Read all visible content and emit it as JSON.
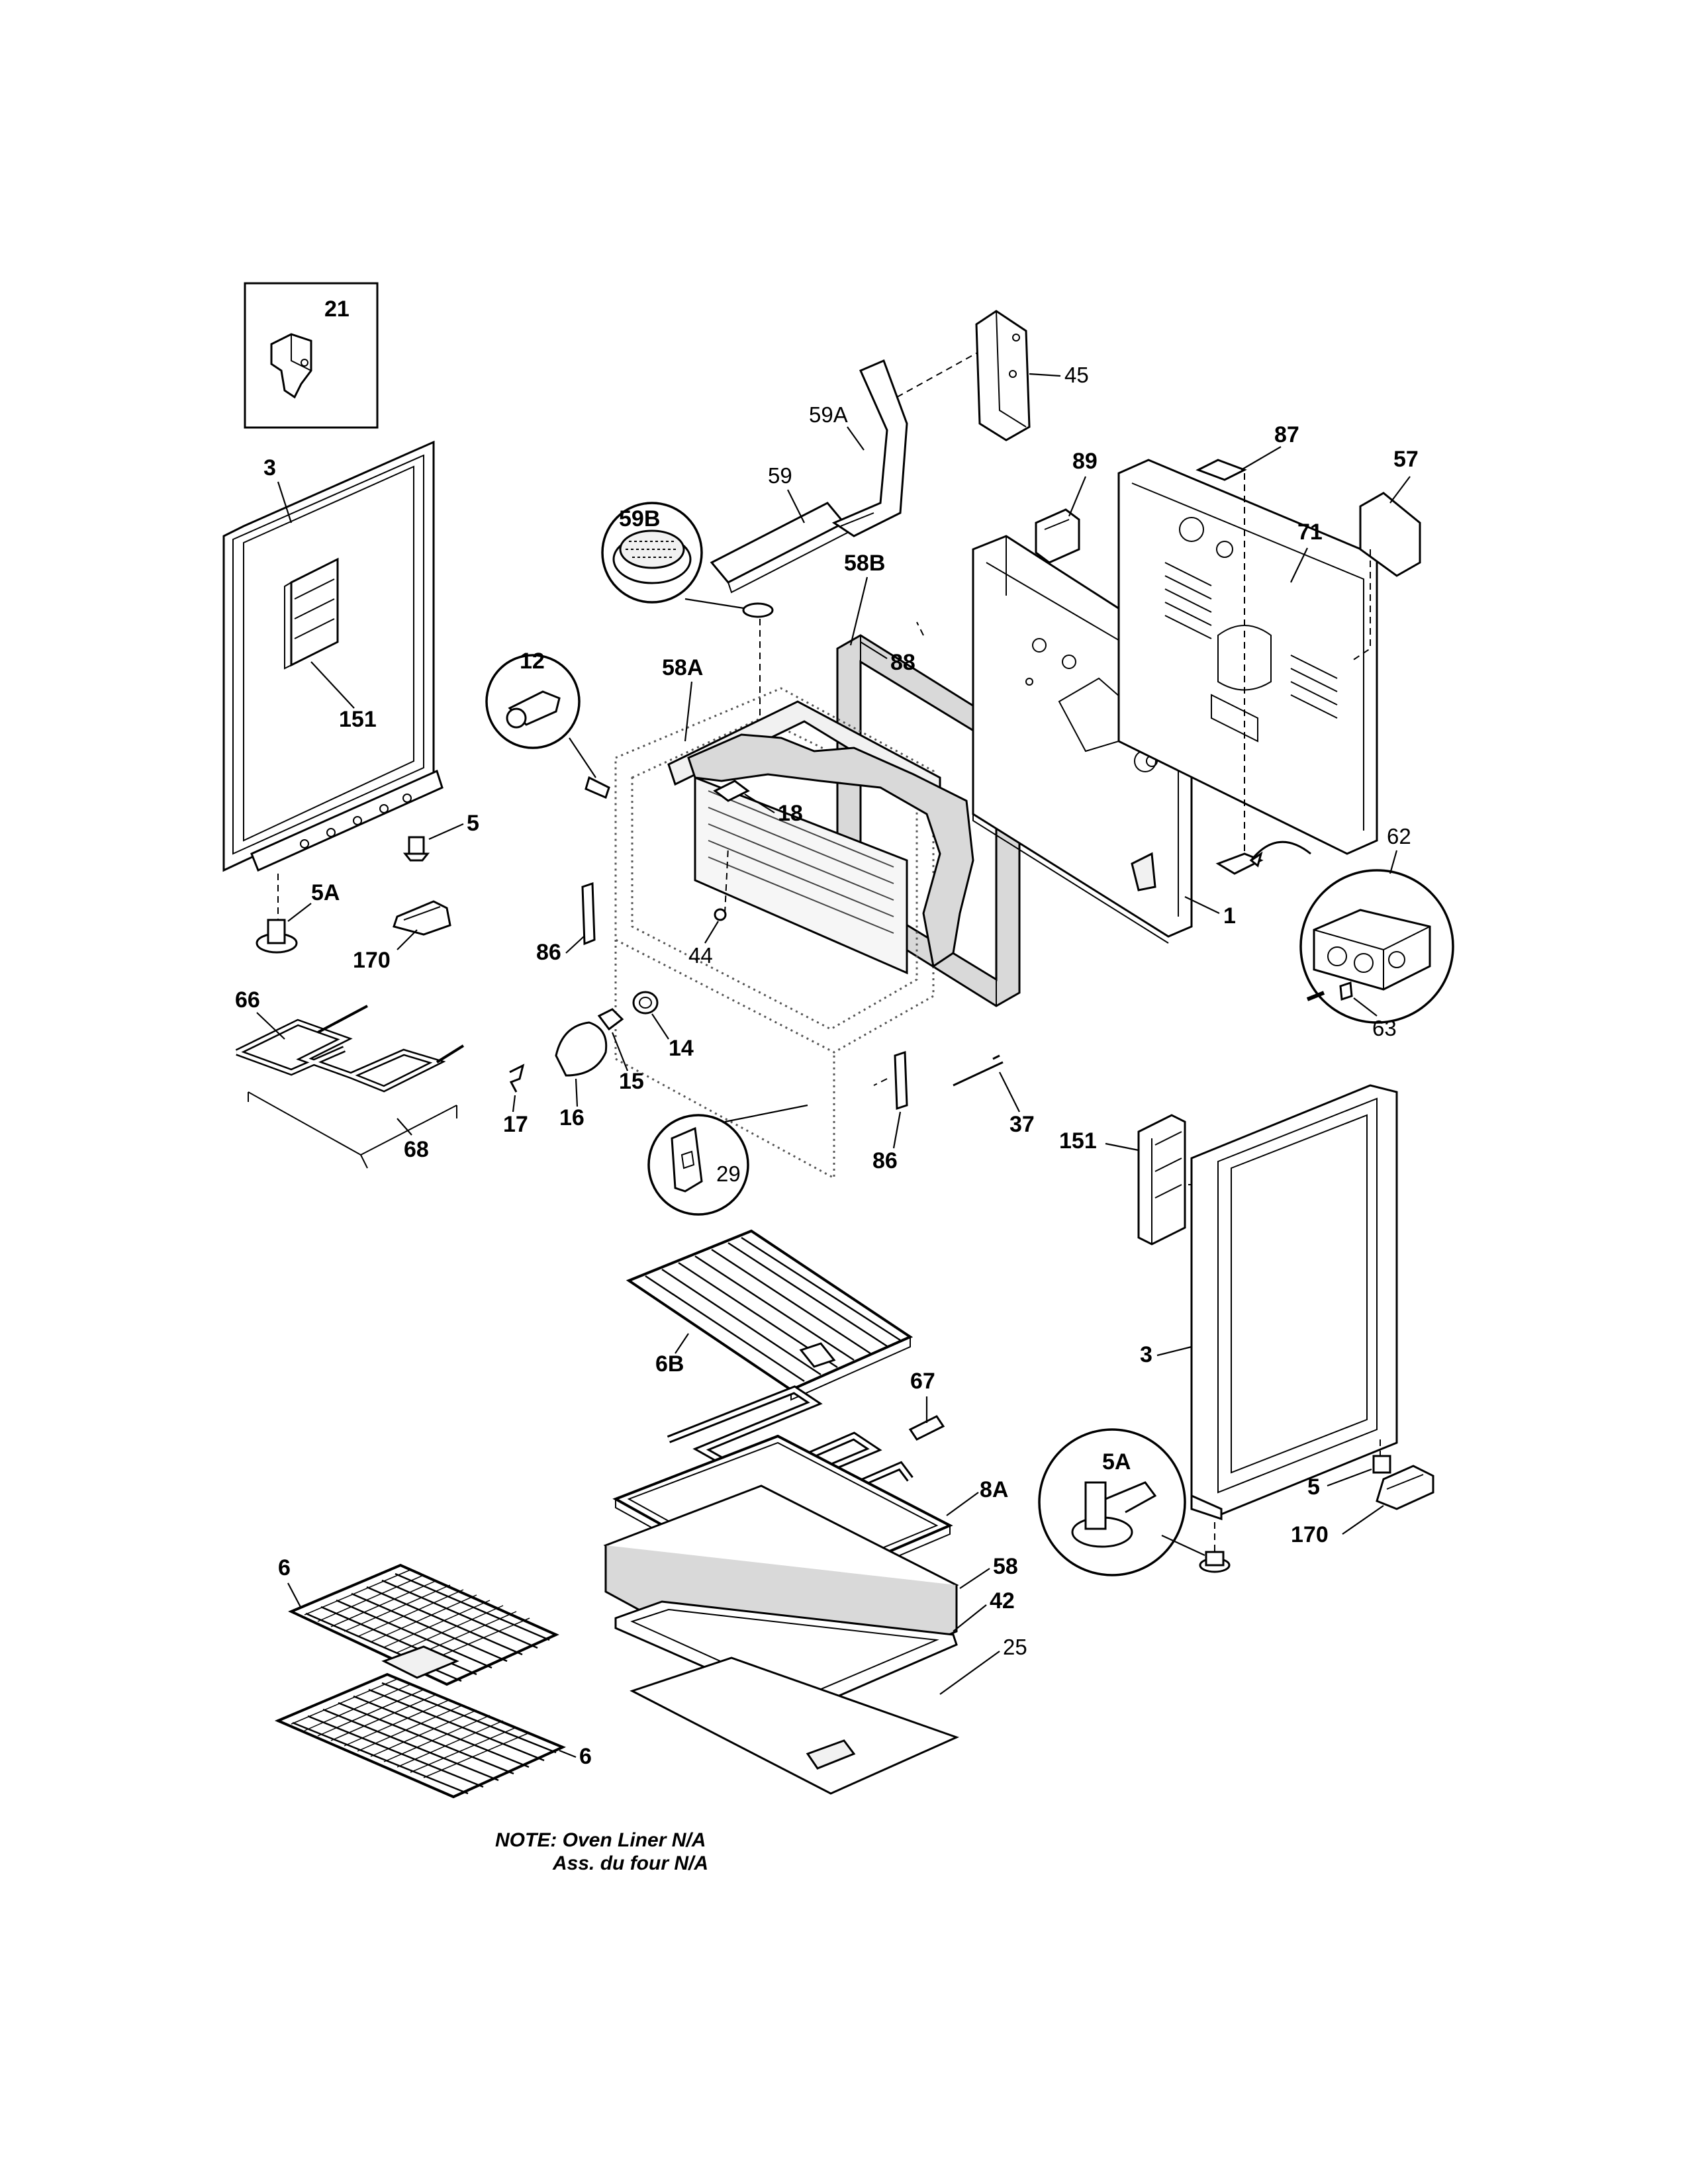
{
  "labels": {
    "p21": "21",
    "p3_left": "3",
    "p151_left": "151",
    "p5_left": "5",
    "p5A_left": "5A",
    "p170_left": "170",
    "p66": "66",
    "p68": "68",
    "p12": "12",
    "p59B": "59B",
    "p59": "59",
    "p59A": "59A",
    "p45": "45",
    "p58B": "58B",
    "p88": "88",
    "p58A": "58A",
    "p18": "18",
    "p86_left": "86",
    "p44": "44",
    "p14": "14",
    "p15": "15",
    "p16": "16",
    "p17": "17",
    "p29": "29",
    "p86_right": "86",
    "p37": "37",
    "p89": "89",
    "p87": "87",
    "p71": "71",
    "p57": "57",
    "p1": "1",
    "p62": "62",
    "p63": "63",
    "p151_right": "151",
    "p3_right": "3",
    "p5_right": "5",
    "p5A_right": "5A",
    "p170_right": "170",
    "p6B": "6B",
    "p67": "67",
    "p8A": "8A",
    "p58": "58",
    "p42": "42",
    "p25": "25",
    "p6_top": "6",
    "p6_bottom": "6"
  },
  "note": {
    "line1": "NOTE: Oven Liner N/A",
    "line2": "Ass. du four N/A"
  }
}
